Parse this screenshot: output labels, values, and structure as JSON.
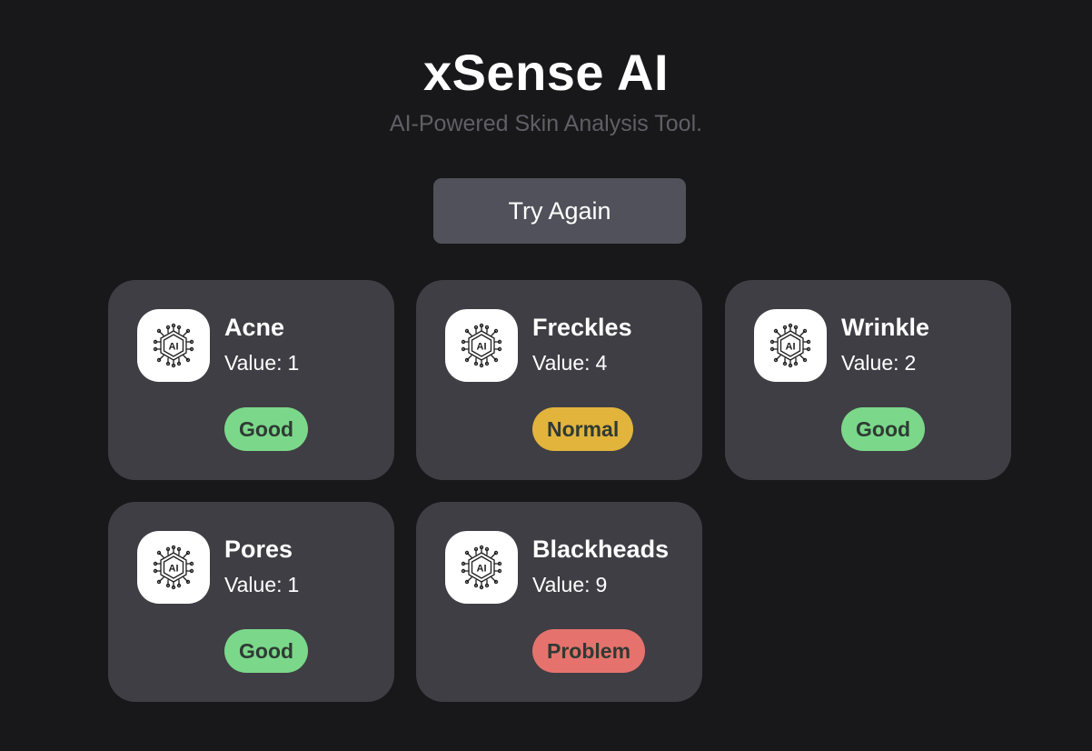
{
  "header": {
    "title": "xSense AI",
    "subtitle": "AI-Powered Skin Analysis Tool."
  },
  "actions": {
    "try_again_label": "Try Again"
  },
  "value_label": "Value:",
  "icon": {
    "name": "ai-chip-icon",
    "label": "AI"
  },
  "colors": {
    "Good": "#7bd88a",
    "Normal": "#e2b43c",
    "Problem": "#e6726d"
  },
  "cards": [
    {
      "name": "Acne",
      "value": "1",
      "status": "Good"
    },
    {
      "name": "Freckles",
      "value": "4",
      "status": "Normal"
    },
    {
      "name": "Wrinkle",
      "value": "2",
      "status": "Good"
    },
    {
      "name": "Pores",
      "value": "1",
      "status": "Good"
    },
    {
      "name": "Blackheads",
      "value": "9",
      "status": "Problem"
    }
  ]
}
